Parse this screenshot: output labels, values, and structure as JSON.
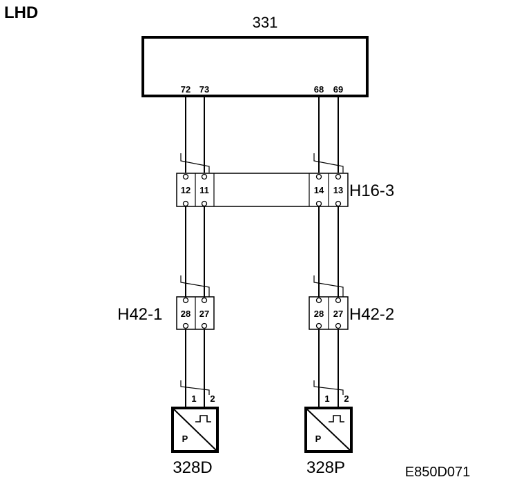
{
  "drive_label": "LHD",
  "ecu": {
    "label": "331",
    "pins": [
      "72",
      "73",
      "68",
      "69"
    ]
  },
  "connectors": {
    "h16_3": {
      "label": "H16-3",
      "pins": [
        "12",
        "11",
        "14",
        "13"
      ]
    },
    "h42_1": {
      "label": "H42-1",
      "pins": [
        "28",
        "27"
      ]
    },
    "h42_2": {
      "label": "H42-2",
      "pins": [
        "28",
        "27"
      ]
    }
  },
  "sensors": {
    "left": {
      "label": "328D",
      "pins": [
        "1",
        "2"
      ],
      "symbol": "P"
    },
    "right": {
      "label": "328P",
      "pins": [
        "1",
        "2"
      ],
      "symbol": "P"
    }
  },
  "figure_id": "E850D071"
}
